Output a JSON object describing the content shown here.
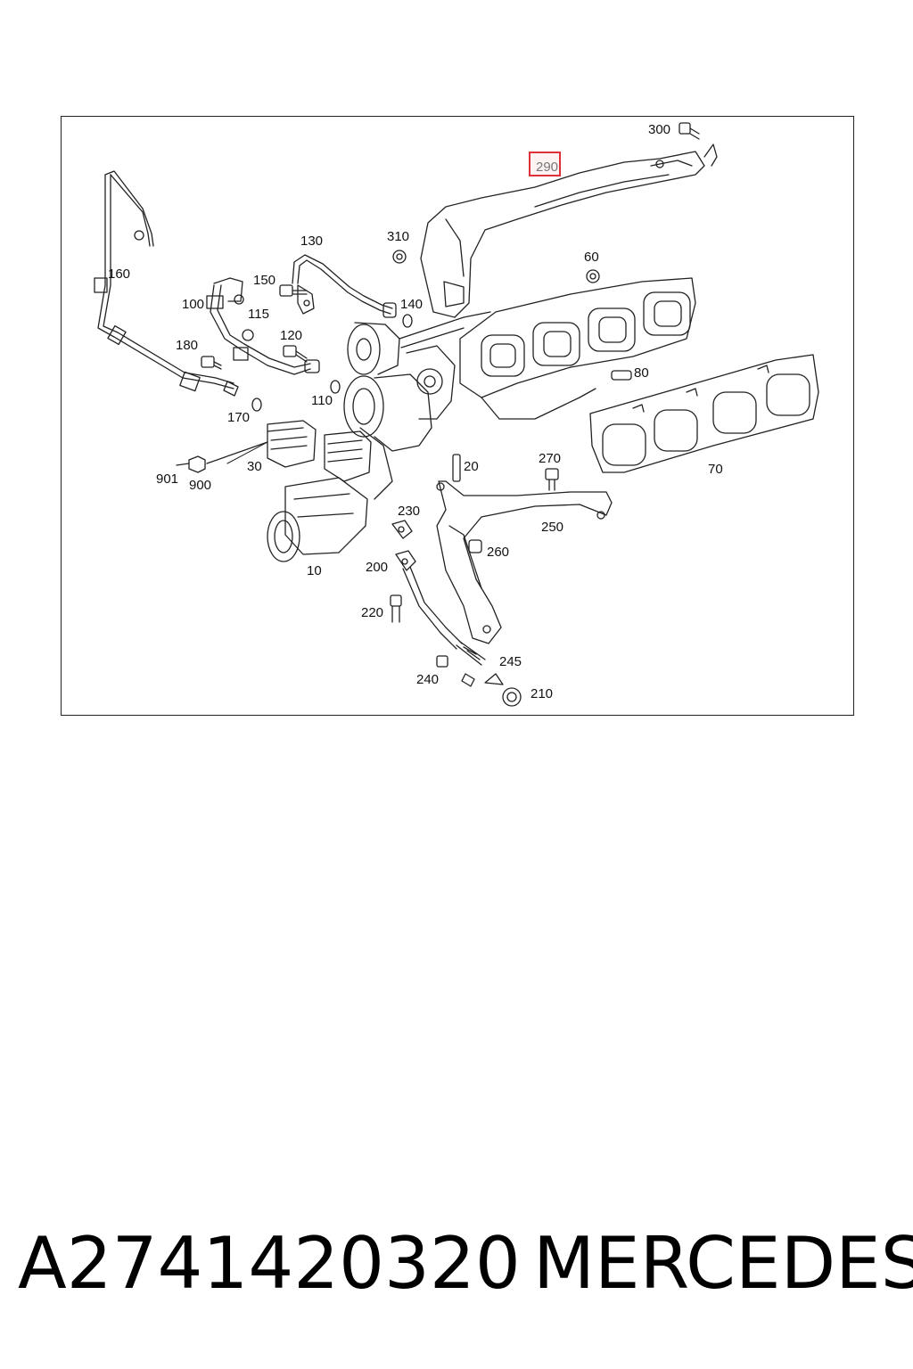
{
  "diagram": {
    "callouts": [
      "300",
      "290",
      "310",
      "60",
      "130",
      "150",
      "140",
      "160",
      "100",
      "115",
      "120",
      "180",
      "110",
      "170",
      "80",
      "20",
      "270",
      "70",
      "30",
      "901",
      "900",
      "230",
      "250",
      "260",
      "200",
      "10",
      "220",
      "245",
      "240",
      "210"
    ],
    "highlighted_callout": "290",
    "highlight_color": "#e0303a",
    "line_color": "#222222"
  },
  "footer": {
    "part_number": "A2741420320",
    "brand": "MERCEDES"
  }
}
